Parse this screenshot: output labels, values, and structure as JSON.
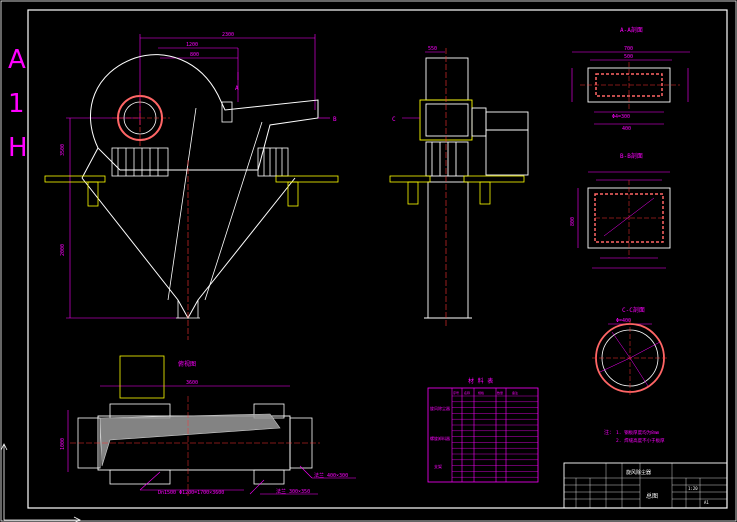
{
  "side_letters": [
    "A",
    "1",
    "H"
  ],
  "section_labels": {
    "a_a": "A-A剖面",
    "b_b": "B-B剖面",
    "c_c": "C-C剖面",
    "plan": "俯视图"
  },
  "section_markers": {
    "a": "A",
    "b": "B",
    "c": "C"
  },
  "dimensions": {
    "top_overall": "2300",
    "top_inner": "1200",
    "top_small": "800",
    "left_tall": "3500",
    "left_short": "2000",
    "right_top": "550",
    "plan_width": "3600",
    "plan_height": "1000",
    "sec_top": "700",
    "sec_inner": "500",
    "sec_bottom": "400",
    "sec_note": "Φ4=300",
    "sec_side": "800",
    "circle_note": "Φ=400"
  },
  "callouts": {
    "c1": "Dn1500 Φ1200=1700×3600",
    "c2": "法兰 300×350",
    "c3": "法兰 400×300"
  },
  "notes": {
    "heading": "注：",
    "line1": "1. 钢板厚度均为8mm",
    "line2": "2. 焊缝高度不小于板厚"
  },
  "bom": {
    "title": "材 料 表",
    "groups": [
      "旋风除尘器",
      "螺旋卸料器",
      "支架"
    ],
    "header": [
      "序号",
      "名称",
      "规格",
      "数量",
      "备注"
    ]
  },
  "title_block": {
    "project": "旋风除尘器",
    "drawing": "总图",
    "scale": "1:20",
    "sheet": "A1"
  },
  "colors": {
    "line": "#ffffff",
    "dim": "#ff00ff",
    "center": "#ff3333",
    "flange": "#ffff00",
    "accent": "#00ffff",
    "bg": "#000000"
  }
}
